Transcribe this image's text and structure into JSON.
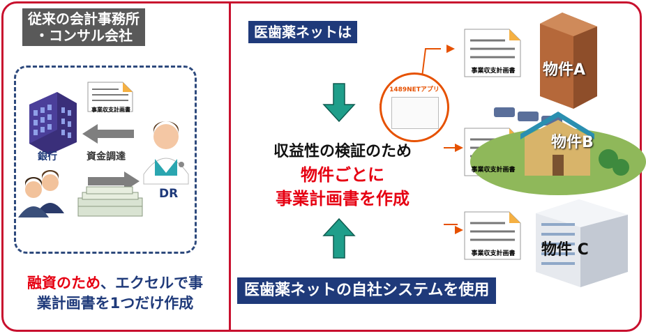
{
  "left_panel": {
    "title_line1": "従来の会計事務所",
    "title_line2": "・コンサル会社",
    "bank_label": "銀行",
    "doc_label": "事業収支計画書",
    "arrow_label": "資金調達",
    "dr_label": "DR",
    "caption_red": "融資のため",
    "caption_rest_line1": "、エクセルで事",
    "caption_line2": "業計画書を1つだけ作成"
  },
  "right_panel": {
    "banner_top": "医歯薬ネットは",
    "main_line1": "収益性の検証のため",
    "main_line2": "物件ごとに",
    "main_line3": "事業計画書を作成",
    "app_label": "1489NETアプリ",
    "banner_bottom": "医歯薬ネットの自社システムを使用",
    "documents": [
      {
        "label": "事業収支計画書"
      },
      {
        "label": "事業収支計画書"
      },
      {
        "label": "事業収支計画書"
      }
    ],
    "properties": [
      {
        "label": "物件A"
      },
      {
        "label": "物件B"
      },
      {
        "label": "物件 C"
      }
    ]
  },
  "colors": {
    "frame": "#c8102e",
    "navy": "#1f3a7a",
    "teal": "#1f9e8a",
    "accent_red": "#e60012",
    "orange": "#e65100"
  }
}
